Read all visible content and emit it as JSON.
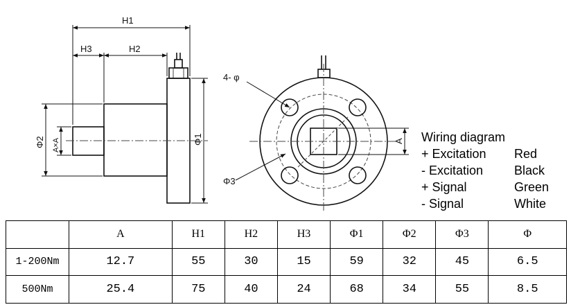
{
  "drawing": {
    "side_view": {
      "H1": "H1",
      "H2": "H2",
      "H3": "H3",
      "phi1": "Φ1",
      "phi2": "Φ2",
      "axa": "A×A"
    },
    "front_view": {
      "holes": "4- φ",
      "phi3": "Φ3",
      "A": "A"
    }
  },
  "wiring": {
    "title": "Wiring diagram",
    "rows": [
      {
        "signal": "+ Excitation",
        "color": "Red"
      },
      {
        "signal": "- Excitation",
        "color": "Black"
      },
      {
        "signal": "+ Signal",
        "color": "Green"
      },
      {
        "signal": "- Signal",
        "color": "White"
      }
    ]
  },
  "table": {
    "headers": [
      "",
      "A",
      "H1",
      "H2",
      "H3",
      "Φ1",
      "Φ2",
      "Φ3",
      "Φ"
    ],
    "rows": [
      {
        "label": "1-200Nm",
        "values": [
          "12.7",
          "55",
          "30",
          "15",
          "59",
          "32",
          "45",
          "6.5"
        ]
      },
      {
        "label": "500Nm",
        "values": [
          "25.4",
          "75",
          "40",
          "24",
          "68",
          "34",
          "55",
          "8.5"
        ]
      }
    ]
  }
}
